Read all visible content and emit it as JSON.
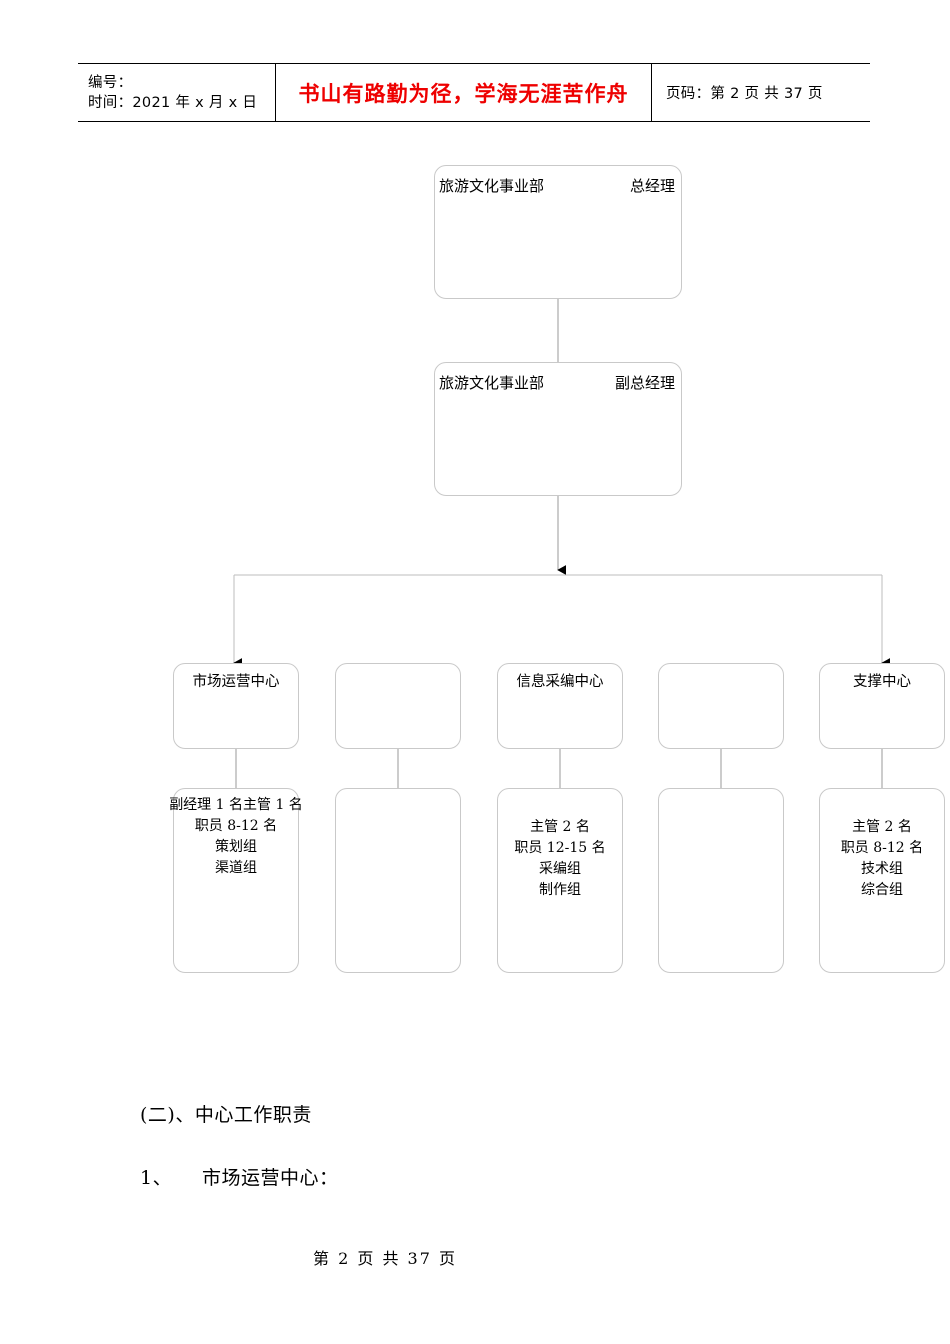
{
  "header": {
    "left_line1": "编号：",
    "left_line2": "时间：2021 年 x 月 x 日",
    "motto": "书山有路勤为径，学海无涯苦作舟",
    "motto_color": "#ee0000",
    "page_info": "页码：第 2 页  共 37 页"
  },
  "chart": {
    "top_nodes": [
      {
        "dept": "旅游文化事业部",
        "role": "总经理"
      },
      {
        "dept": "旅游文化事业部",
        "role": "副总经理"
      }
    ],
    "centers": [
      {
        "title": "市场运营中心"
      },
      {
        "title": ""
      },
      {
        "title": "信息采编中心"
      },
      {
        "title": ""
      },
      {
        "title": "支撑中心"
      }
    ],
    "details": [
      {
        "line1": "副经理 1 名主管 1 名",
        "line2": "职员 8-12 名",
        "line3": "策划组",
        "line4": "渠道组"
      },
      {
        "line1": "",
        "line2": "",
        "line3": "",
        "line4": ""
      },
      {
        "line1": "主管 2 名",
        "line2": "职员 12-15 名",
        "line3": "采编组",
        "line4": "制作组"
      },
      {
        "line1": "",
        "line2": "",
        "line3": "",
        "line4": ""
      },
      {
        "line1": "主管 2 名",
        "line2": "职员 8-12 名",
        "line3": "技术组",
        "line4": "综合组"
      }
    ],
    "line_color": "#c9c9c9",
    "arrow_color": "#000000"
  },
  "body": {
    "section_heading": "(二)、中心工作职责",
    "item1_number": "1、",
    "item1_text": "市场运营中心："
  },
  "footer": {
    "page_label": "第 2 页  共 37 页"
  }
}
